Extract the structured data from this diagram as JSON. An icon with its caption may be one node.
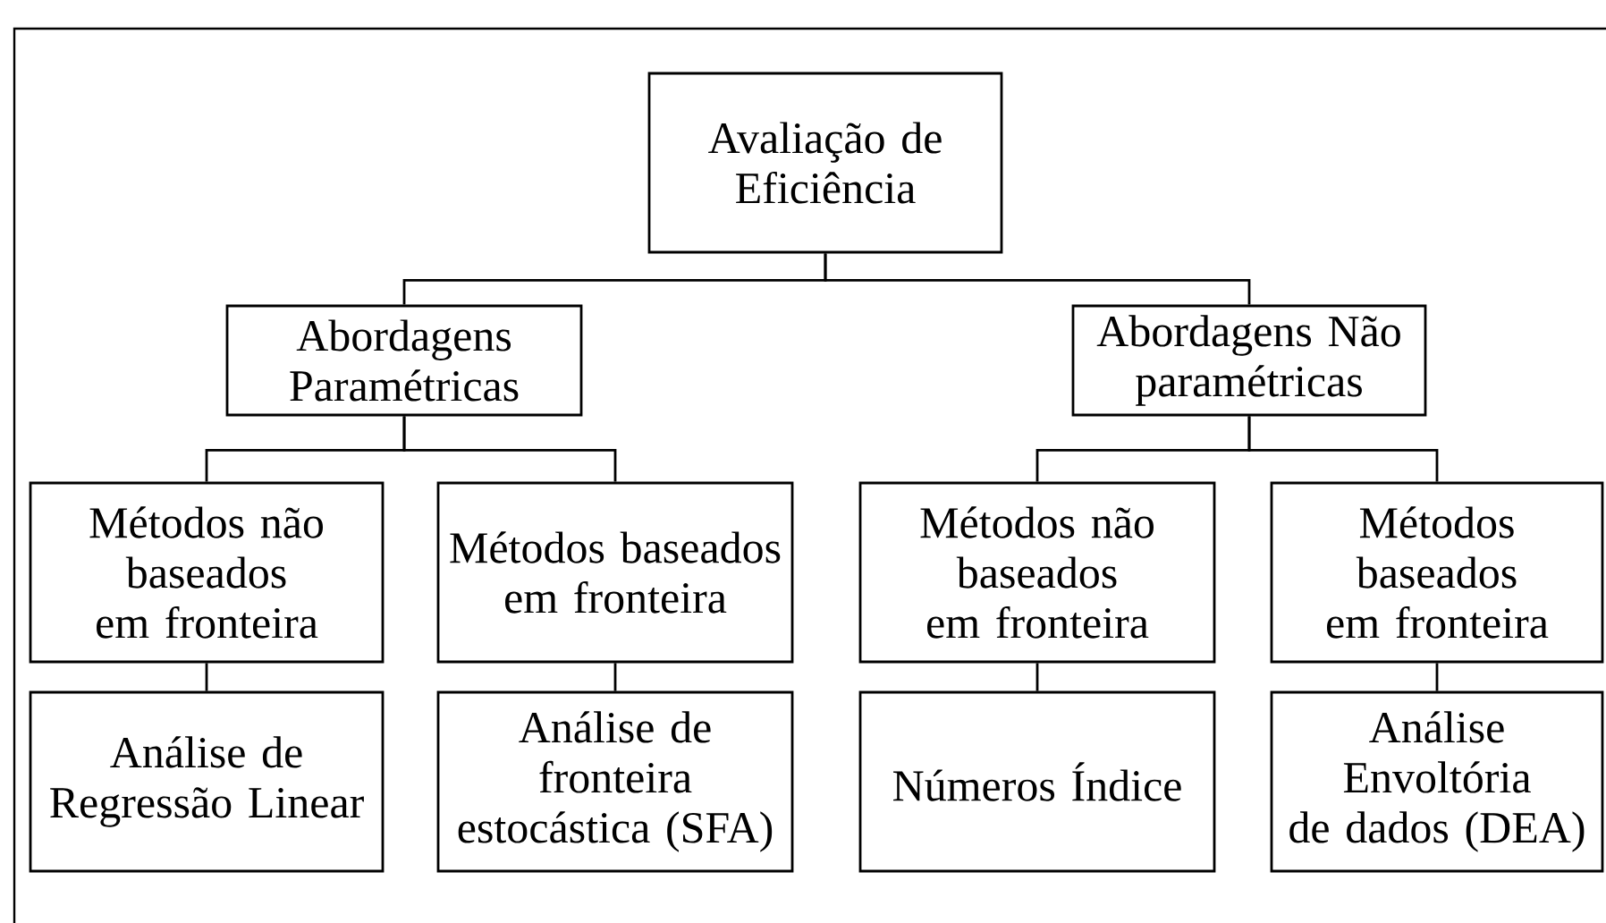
{
  "diagram": {
    "nodes": [
      {
        "text": [
          "Avaliação de Eficiência"
        ]
      },
      {
        "text": [
          "Abordagens Paramétricas"
        ]
      },
      {
        "text": [
          "Abordagens Não paramétricas"
        ]
      },
      {
        "text": [
          "Métodos não baseados em fronteira"
        ]
      },
      {
        "text": [
          "Métodos baseados em fronteira"
        ]
      },
      {
        "text": [
          "Métodos não baseados em fronteira"
        ]
      },
      {
        "text": [
          "Métodos baseados em fronteira"
        ]
      },
      {
        "text": [
          "Análise de Regressão Linear"
        ]
      },
      {
        "text": [
          "Análise de fronteira estocástica (SFA)"
        ]
      },
      {
        "text": [
          "Números Índice"
        ]
      },
      {
        "text": [
          "Análise Envoltória de dados (DEA)"
        ]
      }
    ],
    "edges": [
      {
        "from": 0,
        "to": 1,
        "arrow": "none"
      },
      {
        "from": 0,
        "to": 2,
        "arrow": "none"
      },
      {
        "from": 1,
        "to": 3,
        "arrow": "none"
      },
      {
        "from": 1,
        "to": 4,
        "arrow": "none"
      },
      {
        "from": 2,
        "to": 5,
        "arrow": "none"
      },
      {
        "from": 2,
        "to": 6,
        "arrow": "none"
      },
      {
        "from": 3,
        "to": 7,
        "arrow": "none"
      },
      {
        "from": 4,
        "to": 8,
        "arrow": "none"
      },
      {
        "from": 5,
        "to": 9,
        "arrow": "none"
      },
      {
        "from": 6,
        "to": 10,
        "arrow": "none"
      }
    ]
  }
}
